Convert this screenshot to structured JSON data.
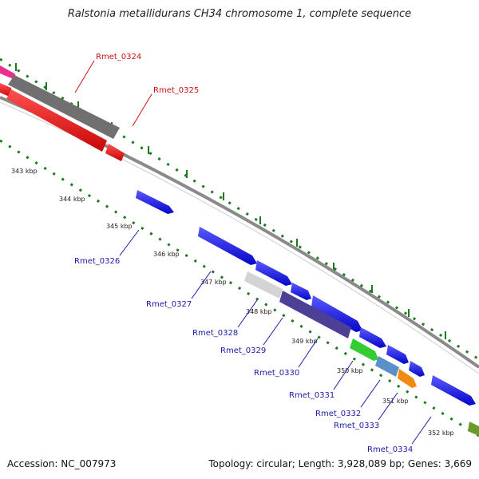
{
  "title": "Ralstonia metallidurans CH34 chromosome 1, complete sequence",
  "accession": "Accession: NC_007973",
  "topology": "Topology: circular; Length: 3,928,089 bp; Genes: 3,669",
  "colors": {
    "forward_gene": "#1010ee",
    "reverse_gene": "#ee1010",
    "pseudo_gene": "#707070",
    "label_forward": "#1a1aa6",
    "label_reverse": "#cc1111",
    "tick": "#1b7a1b",
    "backbone": "#8a8a8a"
  },
  "kbp_ticks": [
    "343 kbp",
    "344 kbp",
    "345 kbp",
    "346 kbp",
    "347 kbp",
    "348 kbp",
    "349 kbp",
    "350 kbp",
    "351 kbp",
    "352 kbp"
  ],
  "genes": [
    {
      "label": "Rmet_0324",
      "strand": "reverse"
    },
    {
      "label": "Rmet_0325",
      "strand": "reverse"
    },
    {
      "label": "Rmet_0326",
      "strand": "forward"
    },
    {
      "label": "Rmet_0327",
      "strand": "forward"
    },
    {
      "label": "Rmet_0328",
      "strand": "forward"
    },
    {
      "label": "Rmet_0329",
      "strand": "forward"
    },
    {
      "label": "Rmet_0330",
      "strand": "forward"
    },
    {
      "label": "Rmet_0331",
      "strand": "forward"
    },
    {
      "label": "Rmet_0332",
      "strand": "forward"
    },
    {
      "label": "Rmet_0333",
      "strand": "forward"
    },
    {
      "label": "Rmet_0334",
      "strand": "forward"
    }
  ]
}
